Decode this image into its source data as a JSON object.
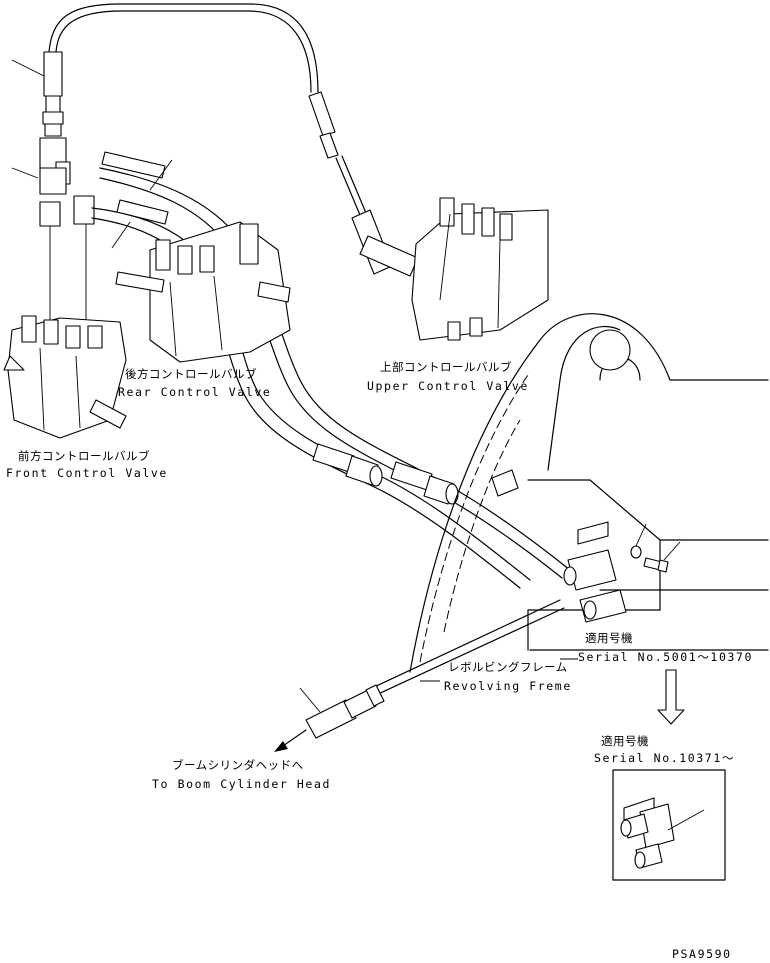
{
  "labels": {
    "upper_jp": "上部コントロールバルブ",
    "upper_en": "Upper Control Valve",
    "rear_jp": "後方コントロールバルブ",
    "rear_en": "Rear Control Valve",
    "front_jp": "前方コントロールバルブ",
    "front_en": "Front Control Valve",
    "frame_jp": "レボルビングフレーム",
    "frame_en": "Revolving Freme",
    "serial1_jp": "適用号機",
    "serial1_en": "Serial No.5001～10370",
    "serial2_jp": "適用号機",
    "serial2_en": "Serial No.10371～",
    "boom_jp": "ブームシリンダヘッドへ",
    "boom_en": "To Boom Cylinder Head",
    "drawing_code": "PSA9590"
  }
}
